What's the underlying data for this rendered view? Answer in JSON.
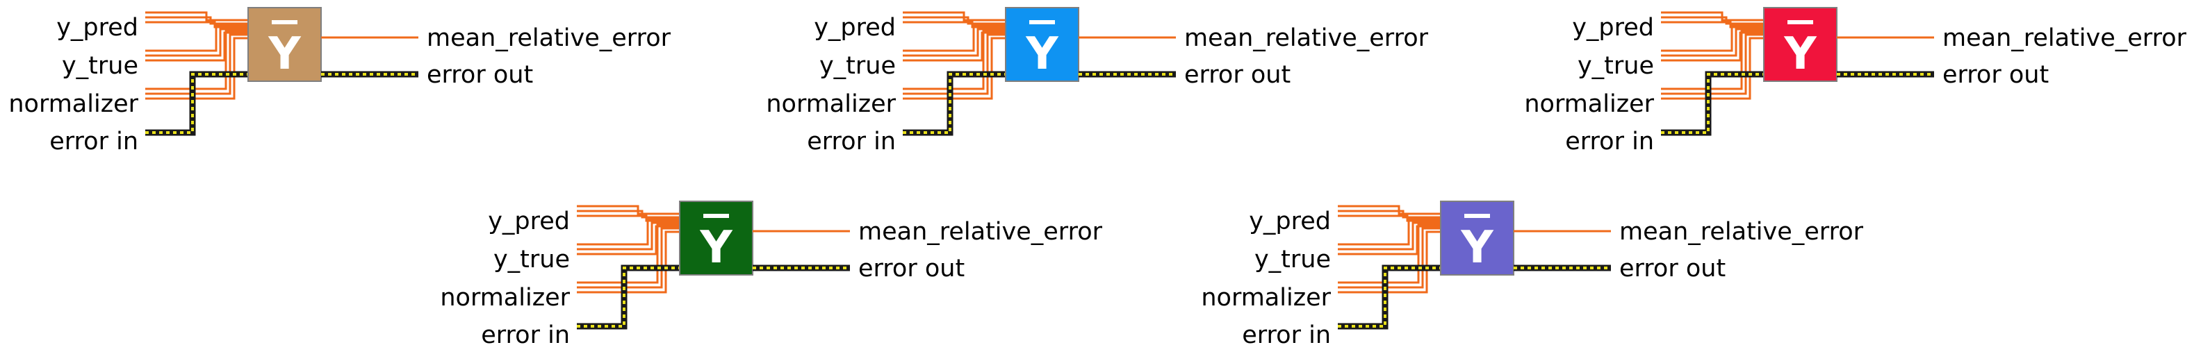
{
  "nodes": [
    {
      "id": "node-1",
      "color": "#c49562",
      "symbol": "Y",
      "inputs": [
        "y_pred",
        "y_true",
        "normalizer",
        "error in"
      ],
      "outputs": [
        "mean_relative_error",
        "error out"
      ]
    },
    {
      "id": "node-2",
      "color": "#0f93f2",
      "symbol": "Y",
      "inputs": [
        "y_pred",
        "y_true",
        "normalizer",
        "error in"
      ],
      "outputs": [
        "mean_relative_error",
        "error out"
      ]
    },
    {
      "id": "node-3",
      "color": "#f0143c",
      "symbol": "Y",
      "inputs": [
        "y_pred",
        "y_true",
        "normalizer",
        "error in"
      ],
      "outputs": [
        "mean_relative_error",
        "error out"
      ]
    },
    {
      "id": "node-4",
      "color": "#0c6612",
      "symbol": "Y",
      "inputs": [
        "y_pred",
        "y_true",
        "normalizer",
        "error in"
      ],
      "outputs": [
        "mean_relative_error",
        "error out"
      ]
    },
    {
      "id": "node-5",
      "color": "#6a64cc",
      "symbol": "Y",
      "inputs": [
        "y_pred",
        "y_true",
        "normalizer",
        "error in"
      ],
      "outputs": [
        "mean_relative_error",
        "error out"
      ]
    }
  ]
}
